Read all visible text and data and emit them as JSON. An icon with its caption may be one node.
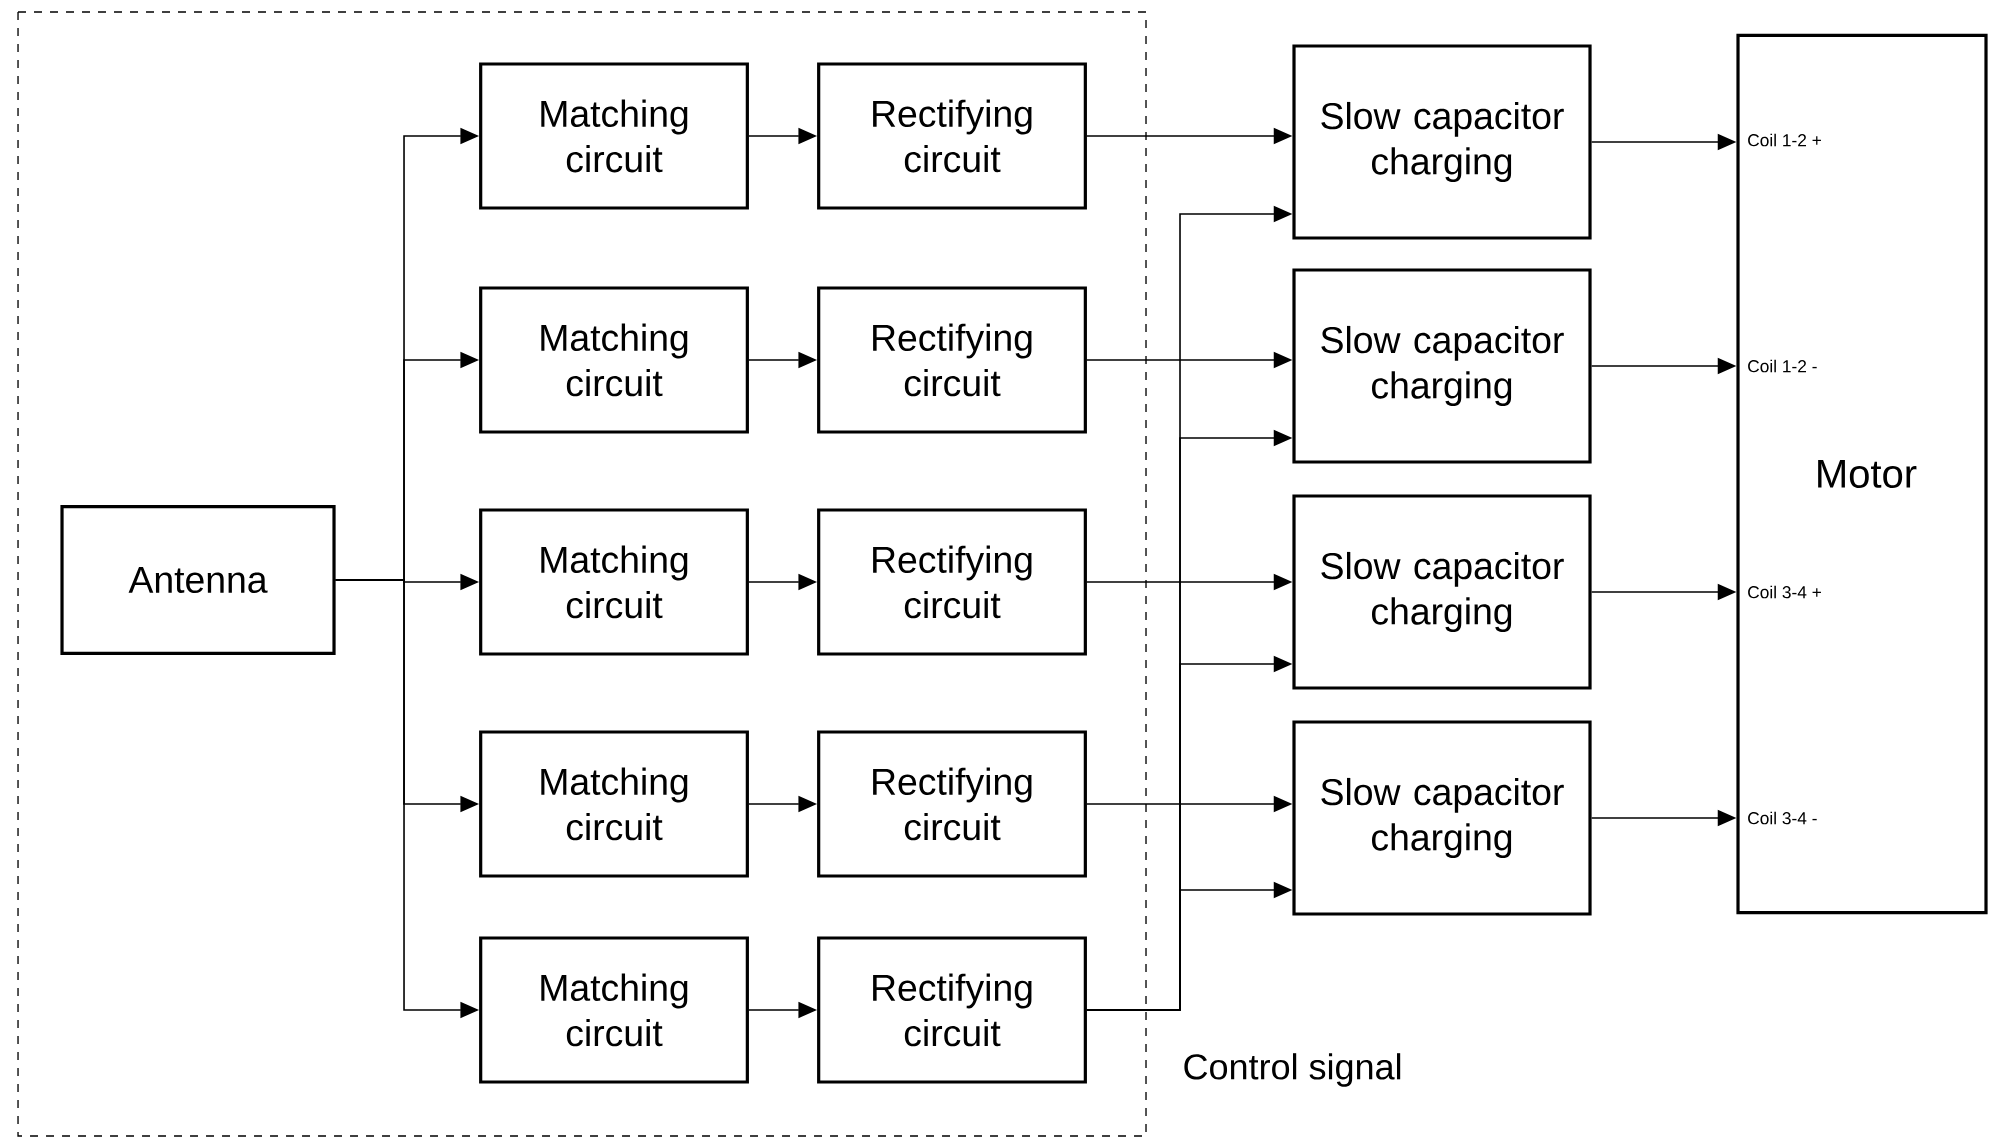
{
  "diagram": {
    "nodes": [
      {
        "text": [
          "Antenna"
        ]
      },
      {
        "text": [
          "Matching circuit"
        ]
      },
      {
        "text": [
          "Matching circuit"
        ]
      },
      {
        "text": [
          "Matching circuit"
        ]
      },
      {
        "text": [
          "Matching circuit"
        ]
      },
      {
        "text": [
          "Matching circuit"
        ]
      },
      {
        "text": [
          "Rectifying circuit"
        ]
      },
      {
        "text": [
          "Rectifying circuit"
        ]
      },
      {
        "text": [
          "Rectifying circuit"
        ]
      },
      {
        "text": [
          "Rectifying circuit"
        ]
      },
      {
        "text": [
          "Rectifying circuit"
        ]
      },
      {
        "text": [
          "Slow capacitor charging"
        ]
      },
      {
        "text": [
          "Slow capacitor charging"
        ]
      },
      {
        "text": [
          "Slow capacitor charging"
        ]
      },
      {
        "text": [
          "Slow capacitor charging"
        ]
      },
      {
        "text": [
          "Motor"
        ]
      }
    ],
    "edges": [
      {
        "from": 0,
        "to": 1,
        "arrow": "to"
      },
      {
        "from": 0,
        "to": 2,
        "arrow": "to"
      },
      {
        "from": 0,
        "to": 3,
        "arrow": "to"
      },
      {
        "from": 0,
        "to": 4,
        "arrow": "to"
      },
      {
        "from": 0,
        "to": 5,
        "arrow": "to"
      },
      {
        "from": 1,
        "to": 6,
        "arrow": "to"
      },
      {
        "from": 2,
        "to": 7,
        "arrow": "to"
      },
      {
        "from": 3,
        "to": 8,
        "arrow": "to"
      },
      {
        "from": 4,
        "to": 9,
        "arrow": "to"
      },
      {
        "from": 5,
        "to": 10,
        "arrow": "to"
      },
      {
        "from": 6,
        "to": 11,
        "arrow": "to"
      },
      {
        "from": 7,
        "to": 12,
        "arrow": "to"
      },
      {
        "from": 8,
        "to": 13,
        "arrow": "to"
      },
      {
        "from": 9,
        "to": 14,
        "arrow": "to"
      },
      {
        "from": 10,
        "to": 11,
        "arrow": "to"
      },
      {
        "from": 10,
        "to": 12,
        "arrow": "to"
      },
      {
        "from": 10,
        "to": 13,
        "arrow": "to"
      },
      {
        "from": 10,
        "to": 14,
        "arrow": "to"
      },
      {
        "from": 11,
        "to": 15,
        "arrow": "to"
      },
      {
        "from": 12,
        "to": 15,
        "arrow": "to"
      },
      {
        "from": 13,
        "to": 15,
        "arrow": "to"
      },
      {
        "from": 14,
        "to": 15,
        "arrow": "to"
      }
    ],
    "labels": [
      "Coil 1-2 +",
      "Coil 1-2 -",
      "Coil 3-4 +",
      "Coil 3-4 -",
      "Control signal"
    ]
  }
}
